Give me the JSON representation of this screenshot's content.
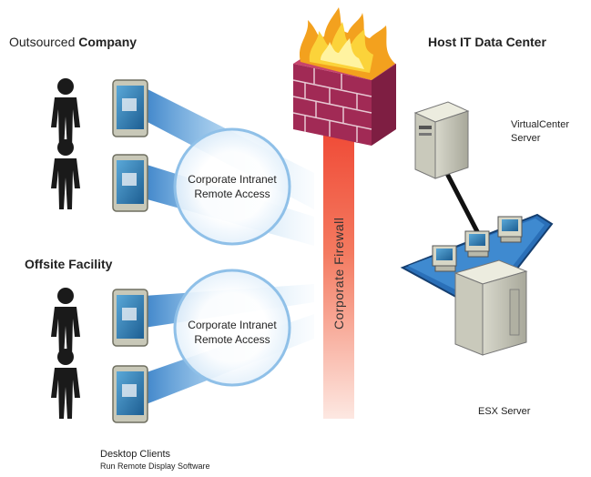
{
  "groups": {
    "outsourced": {
      "prefix": "Outsourced ",
      "bold": "Company"
    },
    "offsite": {
      "bold": "Offsite Facility"
    },
    "host": {
      "bold": "Host IT Data Center"
    }
  },
  "hubs": [
    {
      "line1": "Corporate Intranet",
      "line2": "Remote Access"
    },
    {
      "line1": "Corporate Intranet",
      "line2": "Remote Access"
    }
  ],
  "firewall": {
    "label": "Corporate Firewall"
  },
  "servers": {
    "virtualcenter": {
      "line1": "VirtualCenter",
      "line2": "Server"
    },
    "esx": {
      "label": "ESX Server"
    }
  },
  "clients": {
    "title": "Desktop Clients",
    "subtitle": "Run Remote Display Software"
  },
  "colors": {
    "beam": "#2f8fd0",
    "hub_ring": "#8fc0e8",
    "firewall_top": "#f2522e",
    "brick": "#a12a55",
    "platform": "#1e5fa8"
  }
}
